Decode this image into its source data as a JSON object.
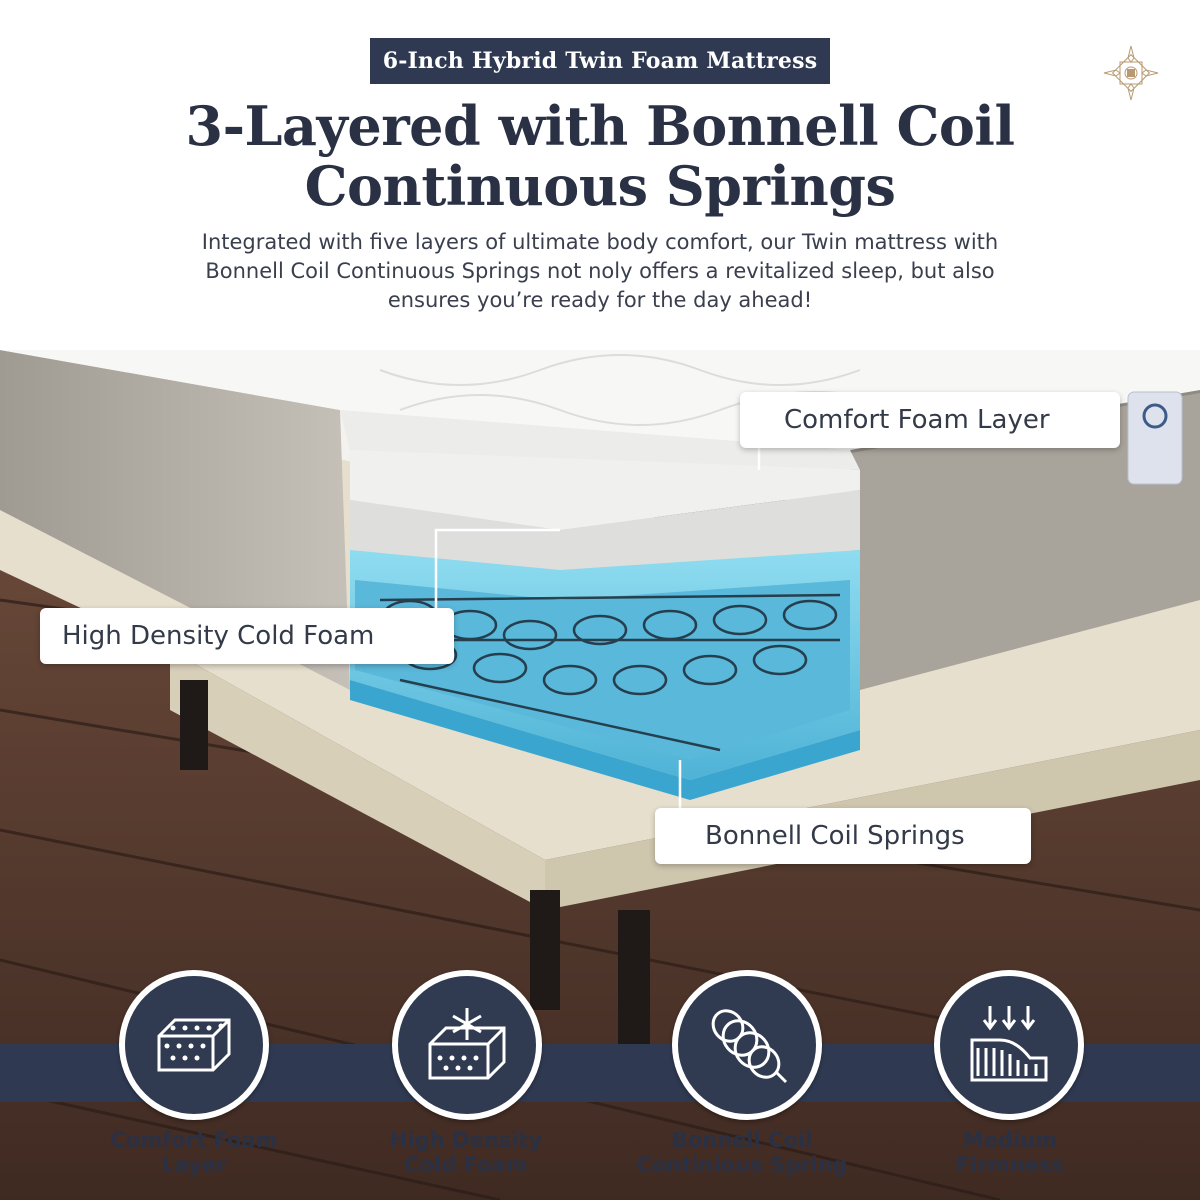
{
  "header": {
    "badge": "6-Inch Hybrid Twin Foam Mattress",
    "headline_line1": "3-Layered with Bonnell Coil",
    "headline_line2": "Continuous Springs",
    "subtext_line1": "Integrated with five layers of ultimate body comfort, our Twin mattress with",
    "subtext_line2": "Bonnell Coil Continuous Springs not noly offers a revitalized sleep, but also",
    "subtext_line3": "ensures you’re ready for the day ahead!"
  },
  "callouts": {
    "comfort_foam": "Comfort Foam Layer",
    "cold_foam": "High Density Cold Foam",
    "coil_springs": "Bonnell Coil Springs"
  },
  "features": [
    {
      "line1": "Comfort Foam",
      "line2": "Layer",
      "icon": "foam-mattress-icon"
    },
    {
      "line1": "High Density",
      "line2": "Cold Foam",
      "icon": "snowflake-mattress-icon"
    },
    {
      "line1": "Bonnell Coil",
      "line2": "Continious Spring",
      "icon": "coil-spring-icon"
    },
    {
      "line1": "Medium",
      "line2": "Firmness",
      "icon": "firmness-pressure-icon"
    }
  ],
  "colors": {
    "navy": "#2f3a52",
    "gel_blue": "#69c8e4",
    "wood": "#5a3d30",
    "base_beige": "#e8e0cf"
  }
}
